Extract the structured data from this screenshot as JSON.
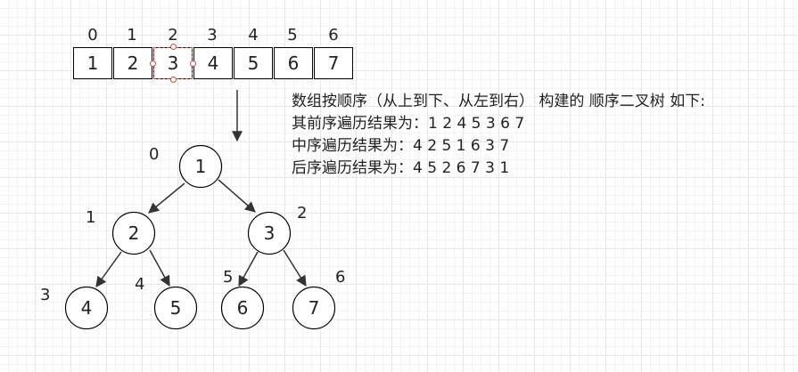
{
  "array": {
    "indices": [
      "0",
      "1",
      "2",
      "3",
      "4",
      "5",
      "6"
    ],
    "values": [
      "1",
      "2",
      "3",
      "4",
      "5",
      "6",
      "7"
    ]
  },
  "tree": {
    "nodes": [
      {
        "value": "1",
        "index": "0"
      },
      {
        "value": "2",
        "index": "1"
      },
      {
        "value": "3",
        "index": "2"
      },
      {
        "value": "4",
        "index": "3"
      },
      {
        "value": "5",
        "index": "4"
      },
      {
        "value": "6",
        "index": "5"
      },
      {
        "value": "7",
        "index": "6"
      }
    ]
  },
  "description": {
    "line1": "数组按顺序（从上到下、从左到右） 构建的 顺序二叉树 如下:",
    "line2": "其前序遍历结果为：1 2 4 5 3 6 7",
    "line3": "中序遍历结果为：4 2 5 1 6 3 7",
    "line4": "后序遍历结果为：4 5 2 6 7 3 1"
  },
  "colors": {
    "stroke": "#000000",
    "arrow": "#333333",
    "handle": "#c0504d",
    "grid": "#e6e6e6"
  }
}
